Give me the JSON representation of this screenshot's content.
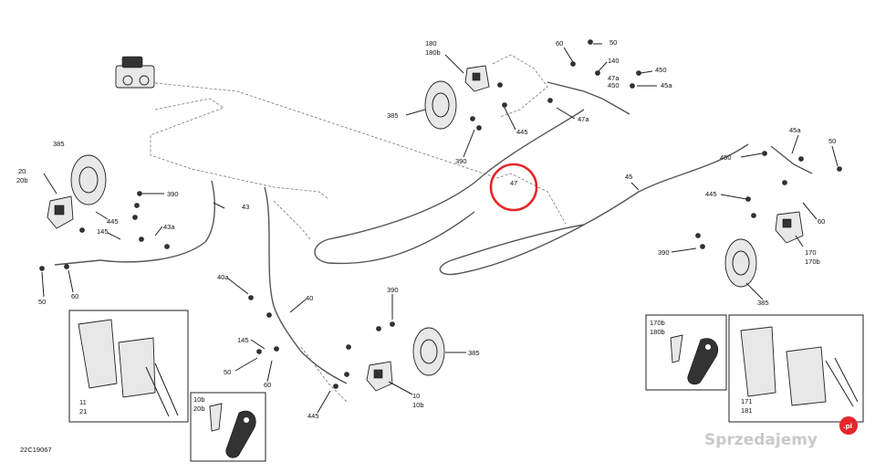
{
  "diagram": {
    "drawing_code": "22C19067",
    "labels": {
      "p180": "180",
      "p180b": "180b",
      "p60a": "60",
      "p50a": "50",
      "p140": "140",
      "p450a": "450",
      "p47a": "47a",
      "p450b": "450",
      "p45a": "45a",
      "p47a2": "47a",
      "p385a": "385",
      "p445a": "445",
      "p390a": "390",
      "p385b": "385",
      "p20": "20",
      "p20b": "20b",
      "p390b": "390",
      "p445b": "445",
      "p43": "43",
      "p43a": "43a",
      "p145a": "145",
      "p50b": "50",
      "p60b": "60",
      "p47": "47",
      "p45": "45",
      "p45a2": "45a",
      "p50c": "50",
      "p450c": "450",
      "p60c": "60",
      "p445c": "445",
      "p170": "170",
      "p170b": "170b",
      "p390c": "390",
      "p385c": "385",
      "p40a": "40a",
      "p40": "40",
      "p145b": "145",
      "p50d": "50",
      "p60d": "60",
      "p390d": "390",
      "p385d": "385",
      "p10": "10",
      "p10b": "10b",
      "p445d": "445",
      "p11": "11",
      "p21": "21",
      "p10b2": "10b",
      "p20b2": "20b",
      "p170b2": "170b",
      "p180b2": "180b",
      "p171": "171",
      "p181": "181"
    }
  },
  "watermark": {
    "text": "Sprzedajemy",
    "badge": ".pl"
  },
  "colors": {
    "highlight": "#e5262a",
    "line": "#222222",
    "watermark": "#c9c9c9"
  }
}
